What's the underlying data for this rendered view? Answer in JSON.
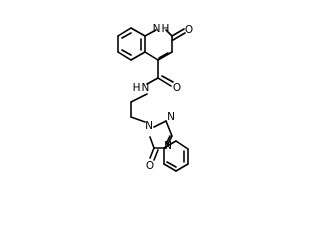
{
  "molecule": {
    "atoms": [
      {
        "id": "a1",
        "label": "O"
      },
      {
        "id": "a2",
        "label": "N",
        "h": "H"
      },
      {
        "id": "a3",
        "label": "O"
      },
      {
        "id": "a4",
        "label": "N",
        "h": "H"
      },
      {
        "id": "a5",
        "label": "O"
      },
      {
        "id": "a6",
        "label": "N"
      },
      {
        "id": "a7",
        "label": "N"
      },
      {
        "id": "a8",
        "label": "N"
      }
    ]
  }
}
